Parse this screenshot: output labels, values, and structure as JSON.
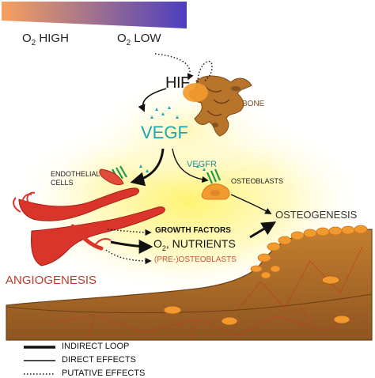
{
  "gradient": {
    "high_label_pre": "O",
    "high_label_sub": "2",
    "high_label_post": " HIGH",
    "low_label_pre": "O",
    "low_label_sub": "2",
    "low_label_post": " LOW",
    "color_start": "#f6a15f",
    "color_end": "#4a3fbf"
  },
  "labels": {
    "hif": "HIF",
    "vegf": "VEGF",
    "vegfr": "VEGFR",
    "bone": "BONE",
    "endothelial_line1": "ENDOTHELIAL",
    "endothelial_line2": "CELLS",
    "osteoblasts": "OSTEOBLASTS",
    "growth_factors": "GROWTH FACTORS",
    "o2_pre": "O",
    "o2_sub": "2",
    "o2_post": ", NUTRIENTS",
    "pre_osteoblasts": "(PRE-)OSTEOBLASTS",
    "osteogenesis": "OSTEOGENESIS",
    "angiogenesis": "ANGIOGENESIS"
  },
  "legend": [
    {
      "label": "INDIRECT LOOP",
      "style": "thick"
    },
    {
      "label": "DIRECT EFFECTS",
      "style": "thin"
    },
    {
      "label": "PUTATIVE EFFECTS",
      "style": "dotted"
    }
  ],
  "colors": {
    "vegf": "#1ba6b4",
    "vessel": "#d9352a",
    "bone": "#b8742a",
    "osteoblast": "#f29a2e",
    "glow": "#fff26a"
  }
}
